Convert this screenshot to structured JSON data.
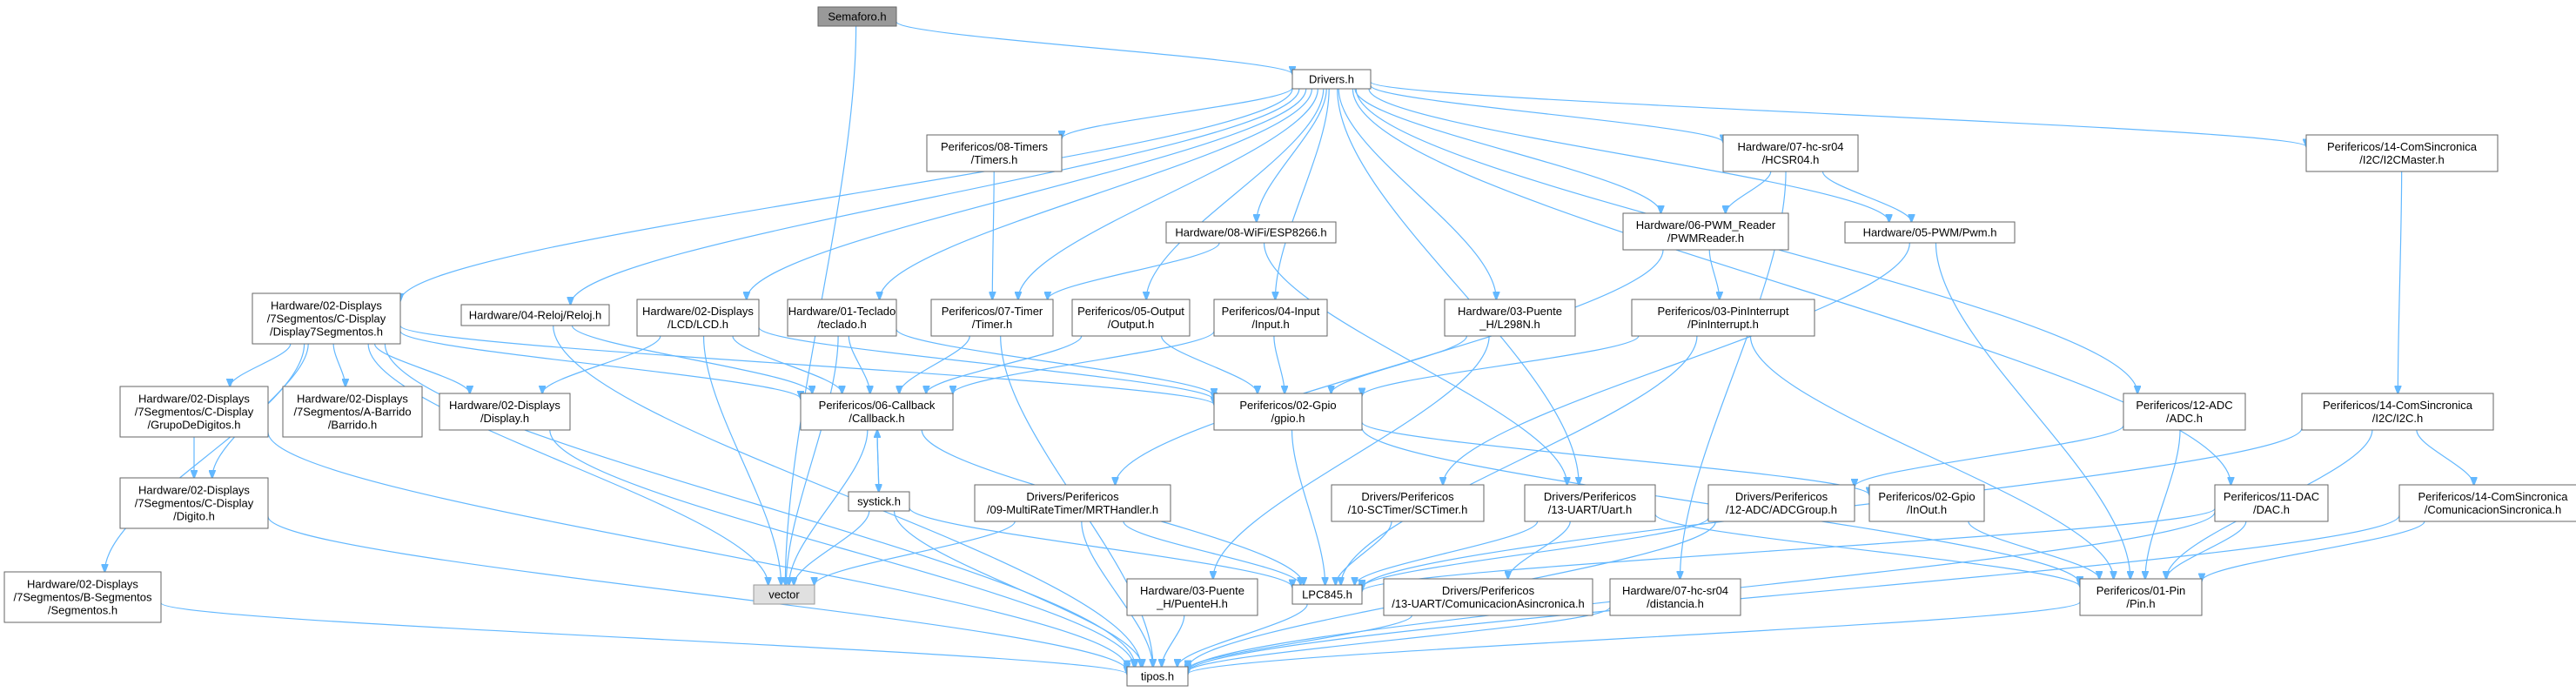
{
  "colors": {
    "edge": "#63b8ff",
    "node_border": "#666666",
    "root_fill": "#999999",
    "external_fill": "#e0e0e0"
  },
  "nodes": {
    "semaforo": [
      "Semaforo.h"
    ],
    "drivers": [
      "Drivers.h"
    ],
    "timers": [
      "Perifericos/08-Timers",
      "/Timers.h"
    ],
    "hcsr04": [
      "Hardware/07-hc-sr04",
      "/HCSR04.h"
    ],
    "i2cmaster": [
      "Perifericos/14-ComSincronica",
      "/I2C/I2CMaster.h"
    ],
    "pwmreader": [
      "Hardware/06-PWM_Reader",
      "/PWMReader.h"
    ],
    "pwm": [
      "Hardware/05-PWM/Pwm.h"
    ],
    "esp8266": [
      "Hardware/08-WiFi/ESP8266.h"
    ],
    "display7seg": [
      "Hardware/02-Displays",
      "/7Segmentos/C-Display",
      "/Display7Segmentos.h"
    ],
    "reloj": [
      "Hardware/04-Reloj/Reloj.h"
    ],
    "lcd": [
      "Hardware/02-Displays",
      "/LCD/LCD.h"
    ],
    "teclado": [
      "Hardware/01-Teclado",
      "/teclado.h"
    ],
    "timer": [
      "Perifericos/07-Timer",
      "/Timer.h"
    ],
    "output": [
      "Perifericos/05-Output",
      "/Output.h"
    ],
    "input": [
      "Perifericos/04-Input",
      "/Input.h"
    ],
    "l298n": [
      "Hardware/03-Puente",
      "_H/L298N.h"
    ],
    "pininterrupt": [
      "Perifericos/03-PinInterrupt",
      "/PinInterrupt.h"
    ],
    "grupodigitos": [
      "Hardware/02-Displays",
      "/7Segmentos/C-Display",
      "/GrupoDeDigitos.h"
    ],
    "barrido": [
      "Hardware/02-Displays",
      "/7Segmentos/A-Barrido",
      "/Barrido.h"
    ],
    "display": [
      "Hardware/02-Displays",
      "/Display.h"
    ],
    "callback": [
      "Perifericos/06-Callback",
      "/Callback.h"
    ],
    "gpio": [
      "Perifericos/02-Gpio",
      "/gpio.h"
    ],
    "adc": [
      "Perifericos/12-ADC",
      "/ADC.h"
    ],
    "i2c": [
      "Perifericos/14-ComSincronica",
      "/I2C/I2C.h"
    ],
    "digito": [
      "Hardware/02-Displays",
      "/7Segmentos/C-Display",
      "/Digito.h"
    ],
    "systick": [
      "systick.h"
    ],
    "mrt": [
      "Drivers/Perifericos",
      "/09-MultiRateTimer/MRTHandler.h"
    ],
    "sctimer": [
      "Drivers/Perifericos",
      "/10-SCTimer/SCTimer.h"
    ],
    "uart": [
      "Drivers/Perifericos",
      "/13-UART/Uart.h"
    ],
    "adcgroup": [
      "Drivers/Perifericos",
      "/12-ADC/ADCGroup.h"
    ],
    "inout": [
      "Perifericos/02-Gpio",
      "/InOut.h"
    ],
    "dac": [
      "Perifericos/11-DAC",
      "/DAC.h"
    ],
    "comsinc": [
      "Perifericos/14-ComSincronica",
      "/ComunicacionSincronica.h"
    ],
    "segmentos": [
      "Hardware/02-Displays",
      "/7Segmentos/B-Segmentos",
      "/Segmentos.h"
    ],
    "vector": [
      "vector"
    ],
    "puenteh": [
      "Hardware/03-Puente",
      "_H/PuenteH.h"
    ],
    "lpc845": [
      "LPC845.h"
    ],
    "comasinc": [
      "Drivers/Perifericos",
      "/13-UART/ComunicacionAsincronica.h"
    ],
    "distancia": [
      "Hardware/07-hc-sr04",
      "/distancia.h"
    ],
    "pin": [
      "Perifericos/01-Pin",
      "/Pin.h"
    ],
    "tipos": [
      "tipos.h"
    ]
  },
  "edges": [
    [
      "semaforo",
      "drivers"
    ],
    [
      "semaforo",
      "vector"
    ],
    [
      "drivers",
      "timers"
    ],
    [
      "drivers",
      "hcsr04"
    ],
    [
      "drivers",
      "i2cmaster"
    ],
    [
      "drivers",
      "pwmreader"
    ],
    [
      "drivers",
      "pwm"
    ],
    [
      "drivers",
      "esp8266"
    ],
    [
      "drivers",
      "display7seg"
    ],
    [
      "drivers",
      "reloj"
    ],
    [
      "drivers",
      "lcd"
    ],
    [
      "drivers",
      "teclado"
    ],
    [
      "drivers",
      "timer"
    ],
    [
      "drivers",
      "output"
    ],
    [
      "drivers",
      "input"
    ],
    [
      "drivers",
      "l298n"
    ],
    [
      "drivers",
      "uart"
    ],
    [
      "drivers",
      "adc"
    ],
    [
      "drivers",
      "dac"
    ],
    [
      "timers",
      "timer"
    ],
    [
      "hcsr04",
      "pwmreader"
    ],
    [
      "hcsr04",
      "pwm"
    ],
    [
      "hcsr04",
      "distancia"
    ],
    [
      "i2cmaster",
      "i2c"
    ],
    [
      "pwmreader",
      "pininterrupt"
    ],
    [
      "pwmreader",
      "mrt"
    ],
    [
      "pwm",
      "sctimer"
    ],
    [
      "pwm",
      "pin"
    ],
    [
      "esp8266",
      "timer"
    ],
    [
      "esp8266",
      "uart"
    ],
    [
      "display7seg",
      "grupodigitos"
    ],
    [
      "display7seg",
      "barrido"
    ],
    [
      "display7seg",
      "display"
    ],
    [
      "display7seg",
      "digito"
    ],
    [
      "display7seg",
      "segmentos"
    ],
    [
      "display7seg",
      "callback"
    ],
    [
      "display7seg",
      "gpio"
    ],
    [
      "display7seg",
      "vector"
    ],
    [
      "display7seg",
      "tipos"
    ],
    [
      "reloj",
      "callback"
    ],
    [
      "reloj",
      "tipos"
    ],
    [
      "lcd",
      "display"
    ],
    [
      "lcd",
      "callback"
    ],
    [
      "lcd",
      "gpio"
    ],
    [
      "lcd",
      "vector"
    ],
    [
      "teclado",
      "callback"
    ],
    [
      "teclado",
      "gpio"
    ],
    [
      "teclado",
      "vector"
    ],
    [
      "timer",
      "callback"
    ],
    [
      "timer",
      "tipos"
    ],
    [
      "output",
      "callback"
    ],
    [
      "output",
      "gpio"
    ],
    [
      "input",
      "callback"
    ],
    [
      "input",
      "gpio"
    ],
    [
      "l298n",
      "gpio"
    ],
    [
      "l298n",
      "puenteh"
    ],
    [
      "pininterrupt",
      "gpio"
    ],
    [
      "pininterrupt",
      "lpc845"
    ],
    [
      "pininterrupt",
      "pin"
    ],
    [
      "grupodigitos",
      "digito"
    ],
    [
      "grupodigitos",
      "tipos"
    ],
    [
      "display",
      "tipos"
    ],
    [
      "callback",
      "systick"
    ],
    [
      "callback",
      "vector"
    ],
    [
      "callback",
      "lpc845"
    ],
    [
      "gpio",
      "inout"
    ],
    [
      "gpio",
      "lpc845"
    ],
    [
      "gpio",
      "pin"
    ],
    [
      "adc",
      "adcgroup"
    ],
    [
      "adc",
      "pin"
    ],
    [
      "i2c",
      "comsinc"
    ],
    [
      "i2c",
      "pin"
    ],
    [
      "i2c",
      "lpc845"
    ],
    [
      "digito",
      "tipos"
    ],
    [
      "systick",
      "callback"
    ],
    [
      "systick",
      "vector"
    ],
    [
      "systick",
      "lpc845"
    ],
    [
      "systick",
      "tipos"
    ],
    [
      "mrt",
      "vector"
    ],
    [
      "mrt",
      "lpc845"
    ],
    [
      "mrt",
      "tipos"
    ],
    [
      "sctimer",
      "lpc845"
    ],
    [
      "uart",
      "comasinc"
    ],
    [
      "uart",
      "lpc845"
    ],
    [
      "uart",
      "pin"
    ],
    [
      "adcgroup",
      "lpc845"
    ],
    [
      "adcgroup",
      "tipos"
    ],
    [
      "inout",
      "pin"
    ],
    [
      "dac",
      "lpc845"
    ],
    [
      "dac",
      "pin"
    ],
    [
      "dac",
      "tipos"
    ],
    [
      "comsinc",
      "pin"
    ],
    [
      "comsinc",
      "tipos"
    ],
    [
      "segmentos",
      "tipos"
    ],
    [
      "puenteh",
      "tipos"
    ],
    [
      "lpc845",
      "tipos"
    ],
    [
      "comasinc",
      "tipos"
    ],
    [
      "distancia",
      "tipos"
    ],
    [
      "pin",
      "tipos"
    ]
  ]
}
